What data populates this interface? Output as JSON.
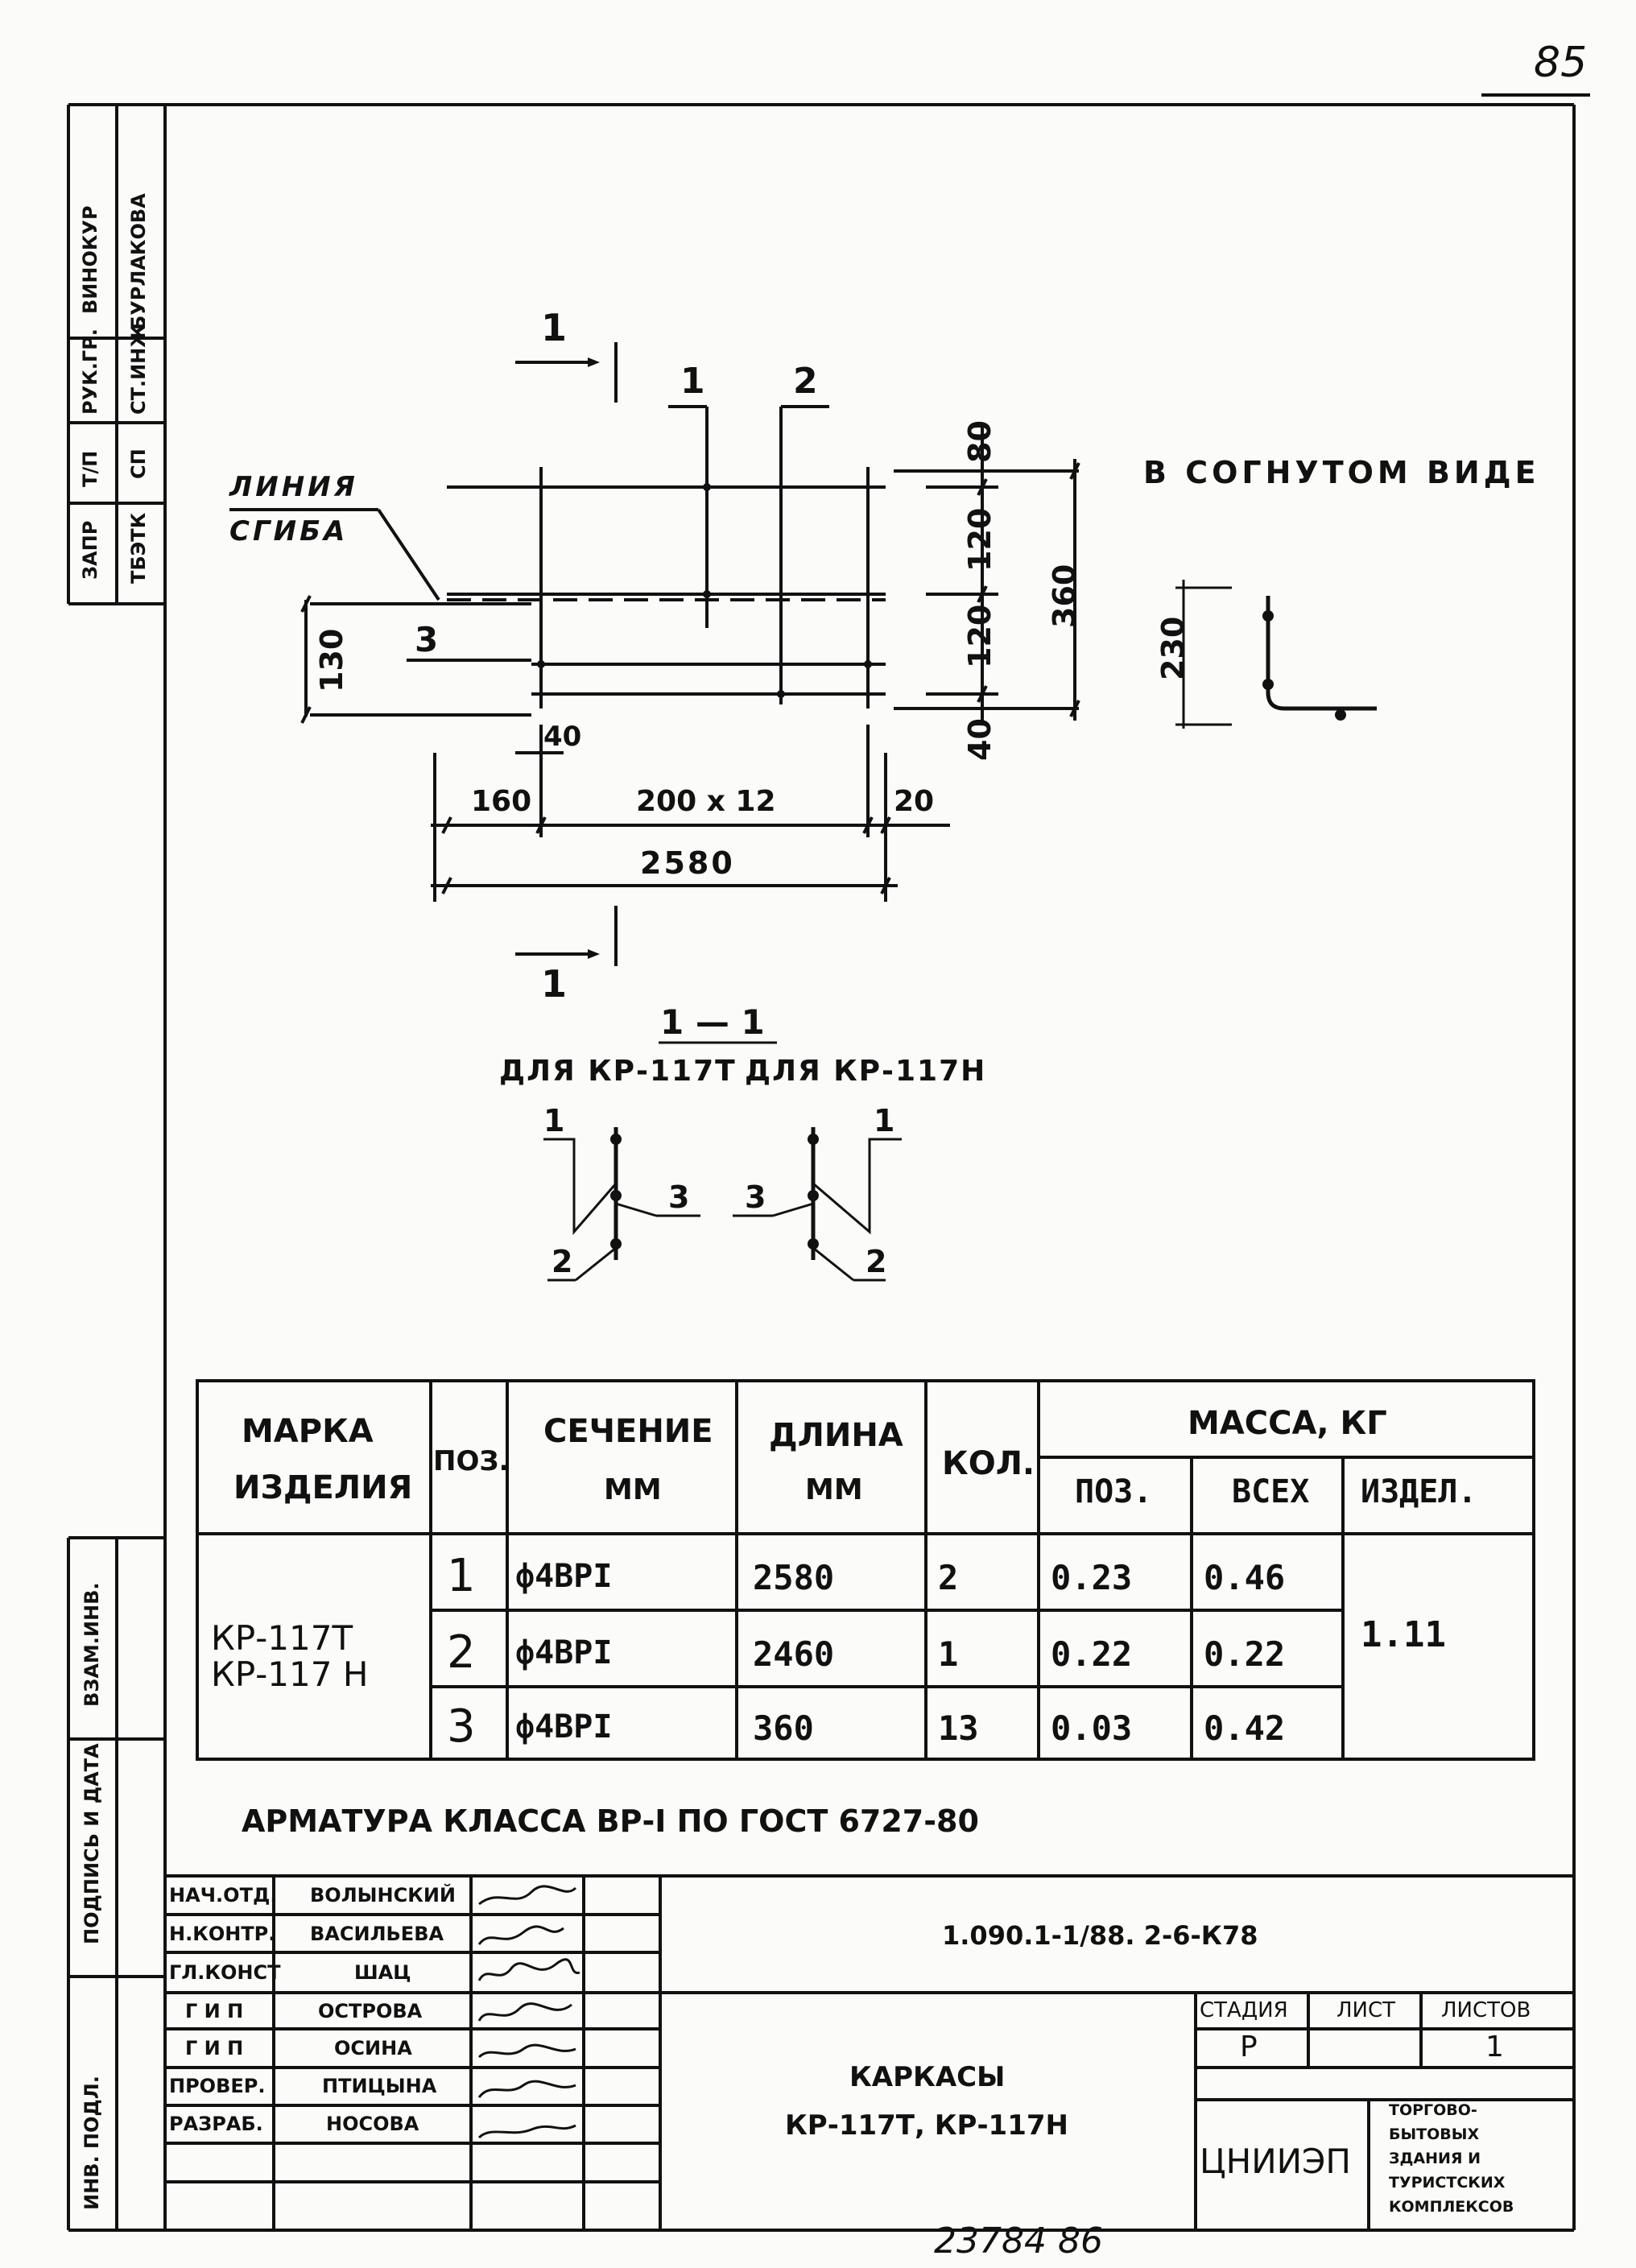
{
  "page_number": "85",
  "bottom_number": "23784  86",
  "side_stamp_top": {
    "row1": [
      "ВИНОКУР",
      "РУК.ГР.",
      "Т/П",
      "ЗАПР"
    ],
    "row2": [
      "БУРЛАКОВА",
      "СТ.ИНЖ.",
      "СП",
      "ТБЭТК"
    ]
  },
  "side_stamp_left": [
    "ВЗАМ.ИНВ.",
    "ПОДПИСЬ И ДАТА",
    "ИНВ. ПОДЛ."
  ],
  "drawing": {
    "section_mark": "1",
    "line_label_1": "ЛИНИЯ",
    "line_label_2": "СГИБА",
    "pos_1": "1",
    "pos_2": "2",
    "pos_3": "3",
    "dim_80": "80",
    "dim_120a": "120",
    "dim_120b": "120",
    "dim_40v": "40",
    "dim_360": "360",
    "dim_130": "130",
    "dim_40h": "40",
    "dim_160": "160",
    "dim_200x12": "200 x 12",
    "dim_20": "20",
    "dim_2580": "2580",
    "bent_title": "В СОГНУТОМ ВИДЕ",
    "dim_230": "230",
    "section_title": "1 — 1",
    "for_t": "ДЛЯ КР-117Т",
    "for_h": "ДЛЯ КР-117Н"
  },
  "spec_table": {
    "headers": {
      "mark_1": "МАРКА",
      "mark_2": "ИЗДЕЛИЯ",
      "pos": "ПОЗ.",
      "section_1": "СЕЧЕНИЕ",
      "section_2": "ММ",
      "length_1": "ДЛИНА",
      "length_2": "ММ",
      "qty": "КОЛ.",
      "mass": "МАССА, КГ",
      "mass_pos": "ПОЗ.",
      "mass_all": "ВСЕХ",
      "mass_item": "ИЗДЕЛ."
    },
    "mark_1": "КР-117Т",
    "mark_2": "КР-117 Н",
    "rows": [
      {
        "pos": "1",
        "section": "ф4ВРI",
        "length": "2580",
        "qty": "2",
        "mass_pos": "0.23",
        "mass_all": "0.46"
      },
      {
        "pos": "2",
        "section": "ф4ВРI",
        "length": "2460",
        "qty": "1",
        "mass_pos": "0.22",
        "mass_all": "0.22"
      },
      {
        "pos": "3",
        "section": "ф4ВРI",
        "length": "360",
        "qty": "13",
        "mass_pos": "0.03",
        "mass_all": "0.42"
      }
    ],
    "mass_item": "1.11"
  },
  "note": "АРМАТУРА КЛАССА ВР-I ПО ГОСТ 6727-80",
  "title_block": {
    "people": [
      {
        "role": "НАЧ.ОТД.",
        "name": "ВОЛЫНСКИЙ"
      },
      {
        "role": "Н.КОНТР.",
        "name": "ВАСИЛЬЕВА"
      },
      {
        "role": "ГЛ.КОНСТ",
        "name": "ШАЦ"
      },
      {
        "role": "Г И П",
        "name": "ОСТРОВА"
      },
      {
        "role": "Г И П",
        "name": "ОСИНА"
      },
      {
        "role": "ПРОВЕР.",
        "name": "ПТИЦЫНА"
      },
      {
        "role": "РАЗРАБ.",
        "name": "НОСОВА"
      }
    ],
    "doc_code": "1.090.1-1/88. 2-6-К78",
    "title_1": "КАРКАСЫ",
    "title_2": "КР-117Т, КР-117Н",
    "stage_label": "СТАДИЯ",
    "sheet_label": "ЛИСТ",
    "sheets_label": "ЛИСТОВ",
    "stage": "Р",
    "sheet": "",
    "sheets": "1",
    "org": "ЦНИИЭП",
    "org_desc": [
      "ТОРГОВО-",
      "БЫТОВЫХ",
      "ЗДАНИЯ И",
      "ТУРИСТСКИХ",
      "КОМПЛЕКСОВ"
    ]
  }
}
